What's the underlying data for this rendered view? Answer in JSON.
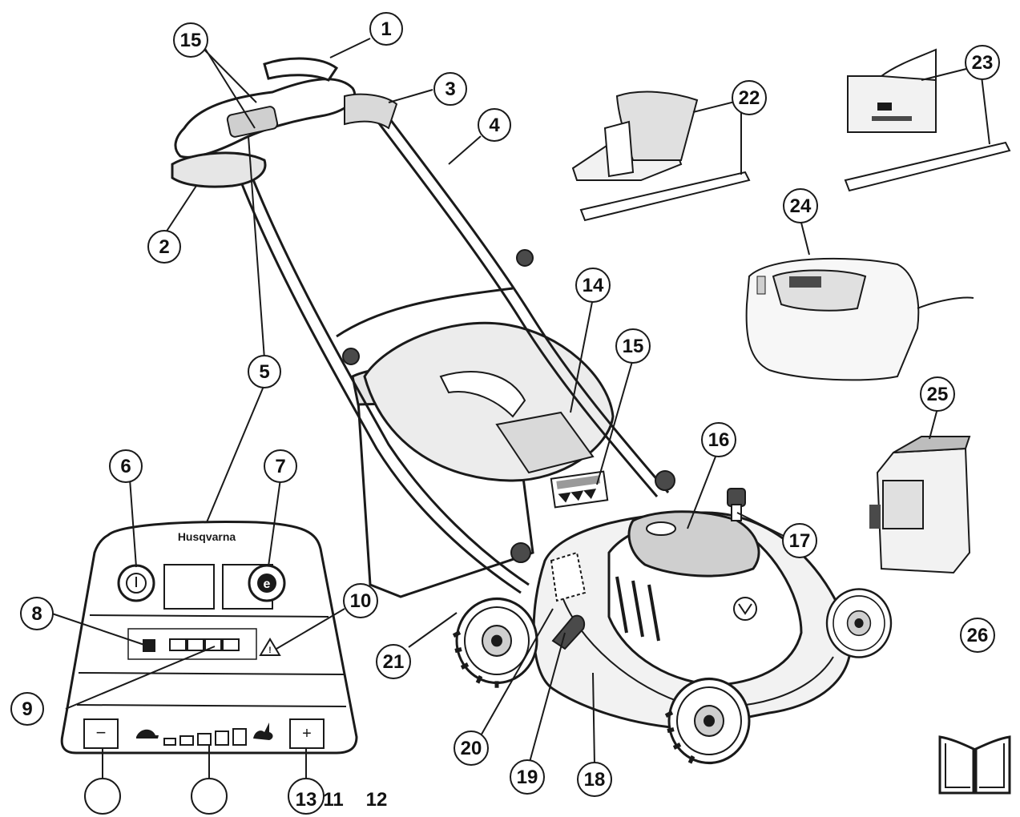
{
  "brand": {
    "name": "Husqvarna"
  },
  "panel": {
    "minus_label": "−",
    "plus_label": "+"
  },
  "callouts": [
    {
      "id": "c1",
      "label": "1"
    },
    {
      "id": "c2",
      "label": "2"
    },
    {
      "id": "c3",
      "label": "3"
    },
    {
      "id": "c4",
      "label": "4"
    },
    {
      "id": "c5a",
      "label": "5"
    },
    {
      "id": "c5b",
      "label": "5"
    },
    {
      "id": "c6",
      "label": "6"
    },
    {
      "id": "c7",
      "label": "7"
    },
    {
      "id": "c8",
      "label": "8"
    },
    {
      "id": "c9",
      "label": "9"
    },
    {
      "id": "c10",
      "label": "10"
    },
    {
      "id": "c14",
      "label": "14"
    },
    {
      "id": "c15a",
      "label": "15"
    },
    {
      "id": "c15b",
      "label": "15"
    },
    {
      "id": "c16",
      "label": "16"
    },
    {
      "id": "c17",
      "label": "17"
    },
    {
      "id": "c18",
      "label": "18"
    },
    {
      "id": "c19",
      "label": "19"
    },
    {
      "id": "c20",
      "label": "20"
    },
    {
      "id": "c21",
      "label": "21"
    },
    {
      "id": "c22",
      "label": "22"
    },
    {
      "id": "c23",
      "label": "23"
    },
    {
      "id": "c24",
      "label": "24"
    },
    {
      "id": "c25",
      "label": "25"
    },
    {
      "id": "c26",
      "label": "26"
    }
  ],
  "bottom_labels": {
    "l13": "13",
    "l11": "11",
    "l12": "12"
  },
  "colors": {
    "line": "#1a1a1a",
    "fill_light": "#f2f2f2",
    "fill_mid": "#d8d8d8",
    "fill_dark": "#4a4a4a"
  }
}
